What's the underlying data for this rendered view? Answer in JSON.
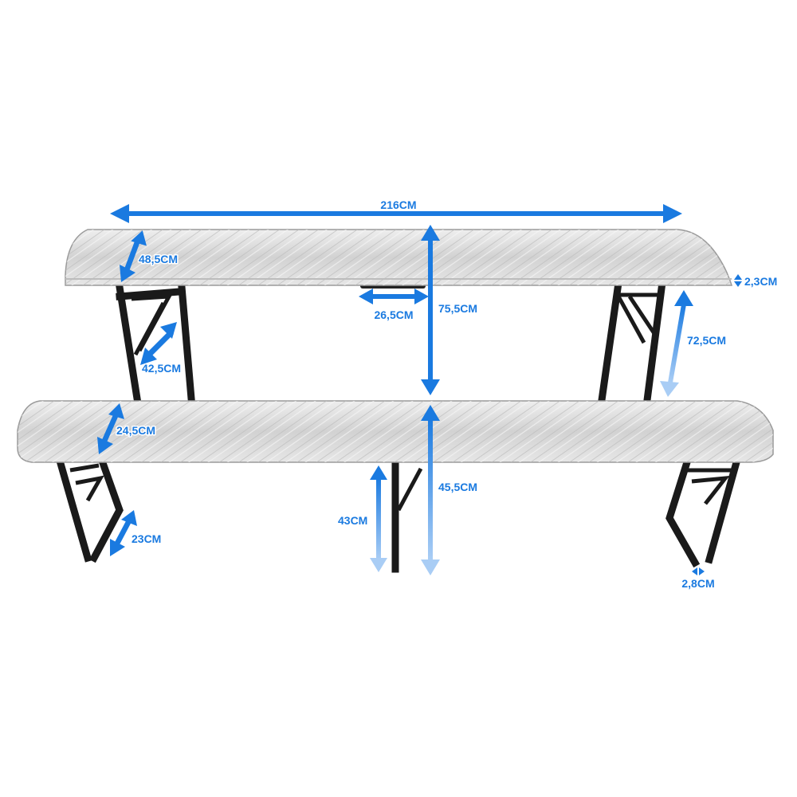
{
  "diagram": {
    "colors": {
      "arrow": "#1a7ae0",
      "arrow_light": "#9ec8f5",
      "frame": "#141414",
      "board": "#d9d9d9"
    },
    "labels": {
      "table_length": "216CM",
      "table_depth": "48,5CM",
      "top_thickness": "2,3CM",
      "table_height": "75,5CM",
      "leg_clearance": "72,5CM",
      "frame_span": "26,5CM",
      "table_leg_width": "42,5CM",
      "bench_depth": "24,5CM",
      "bench_leg_width": "23CM",
      "bench_height": "45,5CM",
      "bench_clearance": "43CM",
      "foot_width": "2,8CM"
    }
  }
}
